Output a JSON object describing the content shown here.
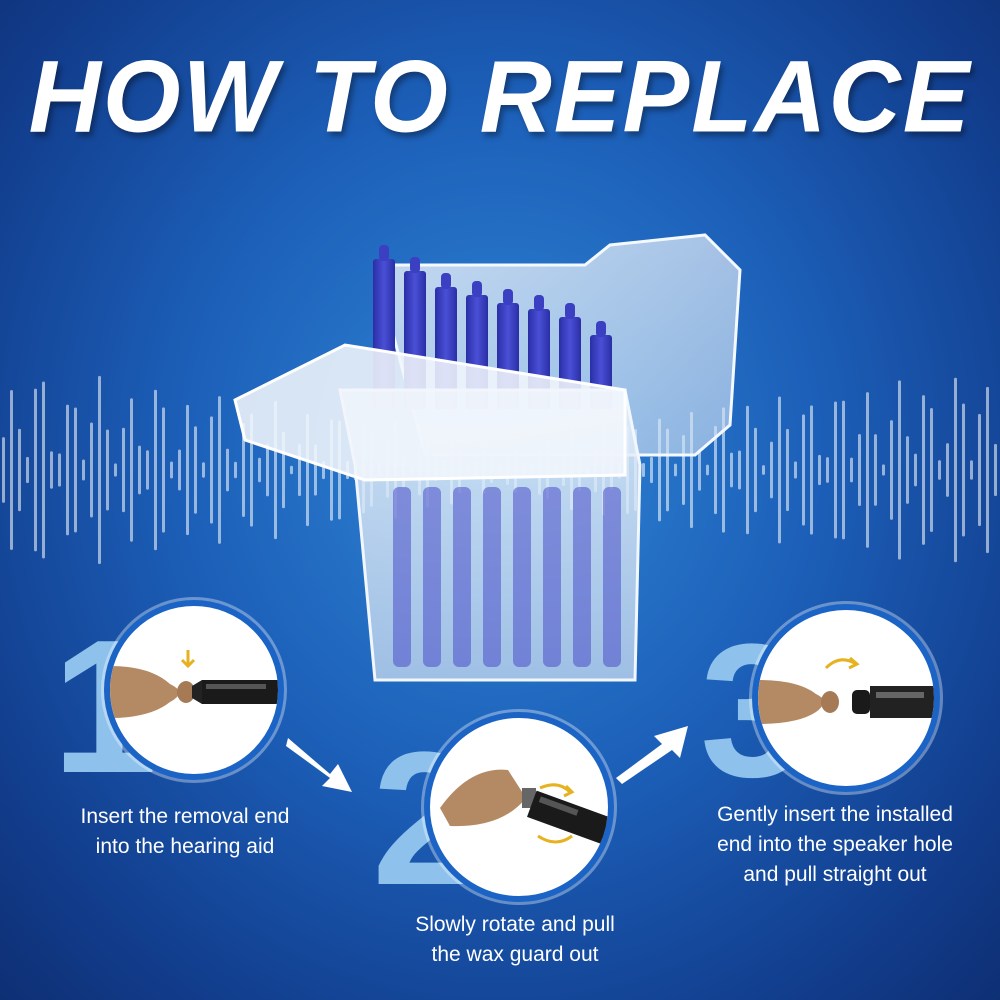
{
  "headline": "HOW TO REPLACE",
  "steps": [
    {
      "number": "1",
      "caption_line1": "Insert the removal end",
      "caption_line2": "into the hearing aid"
    },
    {
      "number": "2",
      "caption_line1": "Slowly rotate and pull",
      "caption_line2": "the wax guard out"
    },
    {
      "number": "3",
      "caption_line1": "Gently insert the installed",
      "caption_line2": "end into the speaker hole",
      "caption_line3": "and pull straight out"
    }
  ],
  "colors": {
    "background_blue": "#1c5fb8",
    "number_blue": "#8ec2ec",
    "tool_blue": "#3b3fc2",
    "hearing_aid_tan": "#b48a64"
  }
}
